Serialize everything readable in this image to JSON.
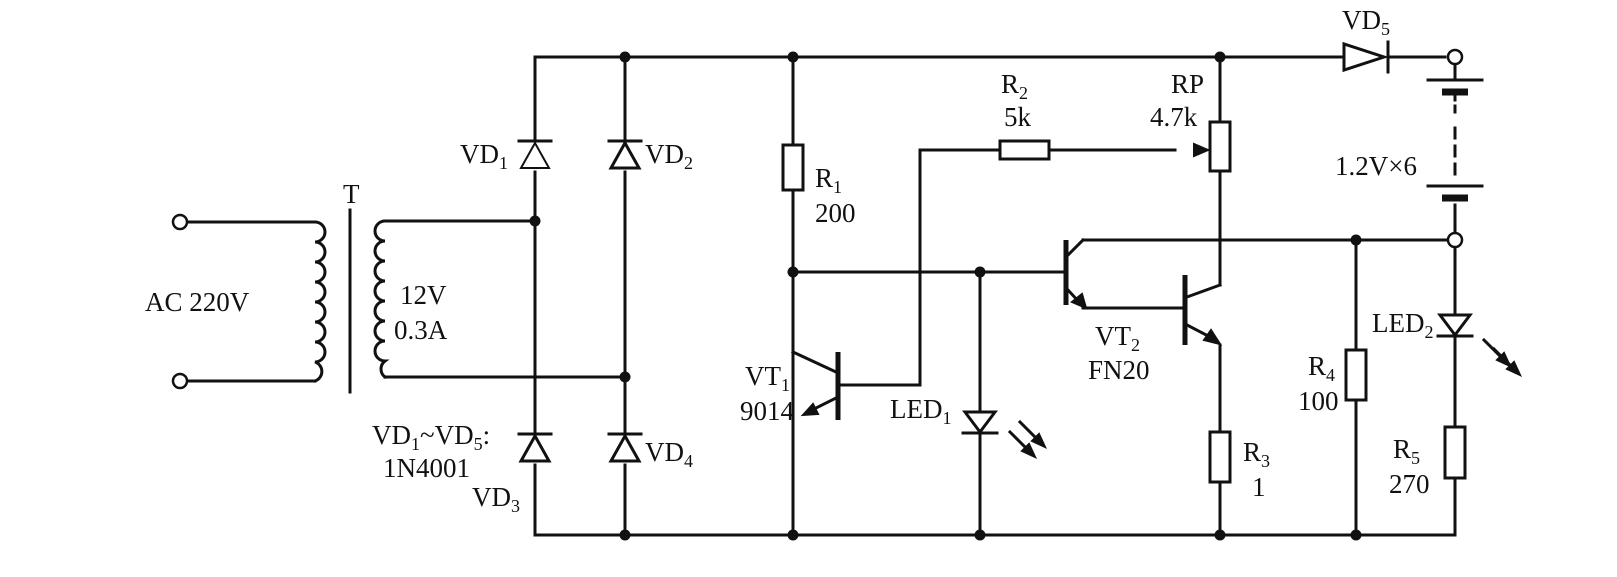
{
  "components": {
    "transformer": {
      "ref": "T"
    },
    "input": {
      "label": "AC 220V"
    },
    "secondary": {
      "voltage": "12V",
      "current": "0.3A"
    },
    "vd1": {
      "ref": "VD",
      "idx": "1"
    },
    "vd2": {
      "ref": "VD",
      "idx": "2"
    },
    "vd3": {
      "ref": "VD",
      "idx": "3"
    },
    "vd4": {
      "ref": "VD",
      "idx": "4"
    },
    "vd5": {
      "ref": "VD",
      "idx": "5"
    },
    "diode_note": {
      "a": "VD",
      "a_idx": "1",
      "b": "~VD",
      "b_idx": "5",
      "colon": ":",
      "part": "1N4001"
    },
    "r1": {
      "ref": "R",
      "idx": "1",
      "value": "200"
    },
    "r2": {
      "ref": "R",
      "idx": "2",
      "value": "5k"
    },
    "rp": {
      "ref": "RP",
      "value": "4.7k"
    },
    "r3": {
      "ref": "R",
      "idx": "3",
      "value": "1"
    },
    "r4": {
      "ref": "R",
      "idx": "4",
      "value": "100"
    },
    "r5": {
      "ref": "R",
      "idx": "5",
      "value": "270"
    },
    "vt1": {
      "ref": "VT",
      "idx": "1",
      "part": "9014"
    },
    "vt2": {
      "ref": "VT",
      "idx": "2",
      "part": "FN20"
    },
    "led1": {
      "ref": "LED",
      "idx": "1"
    },
    "led2": {
      "ref": "LED",
      "idx": "2"
    },
    "battery": {
      "label": "1.2V×6"
    }
  }
}
